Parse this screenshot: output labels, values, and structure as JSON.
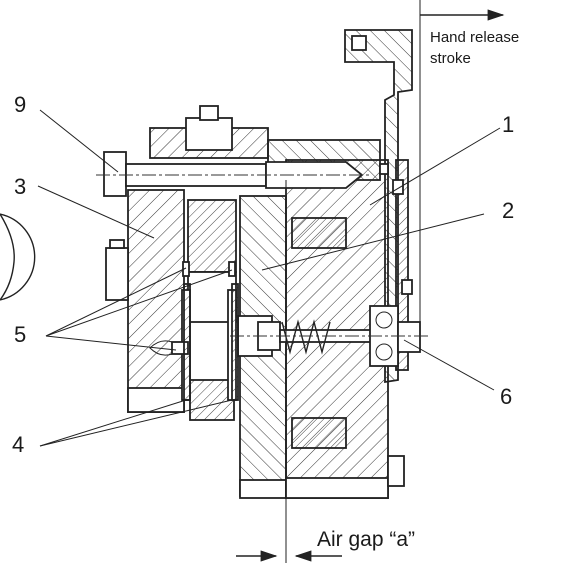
{
  "labels": {
    "hand_release": [
      "Hand release",
      "stroke"
    ],
    "air_gap": "Air gap “a”",
    "callouts": [
      "1",
      "2",
      "3",
      "4",
      "5",
      "6",
      "9"
    ]
  },
  "colors": {
    "line": "#222222",
    "hatch_fill": "#ffffff",
    "background": "#ffffff"
  }
}
